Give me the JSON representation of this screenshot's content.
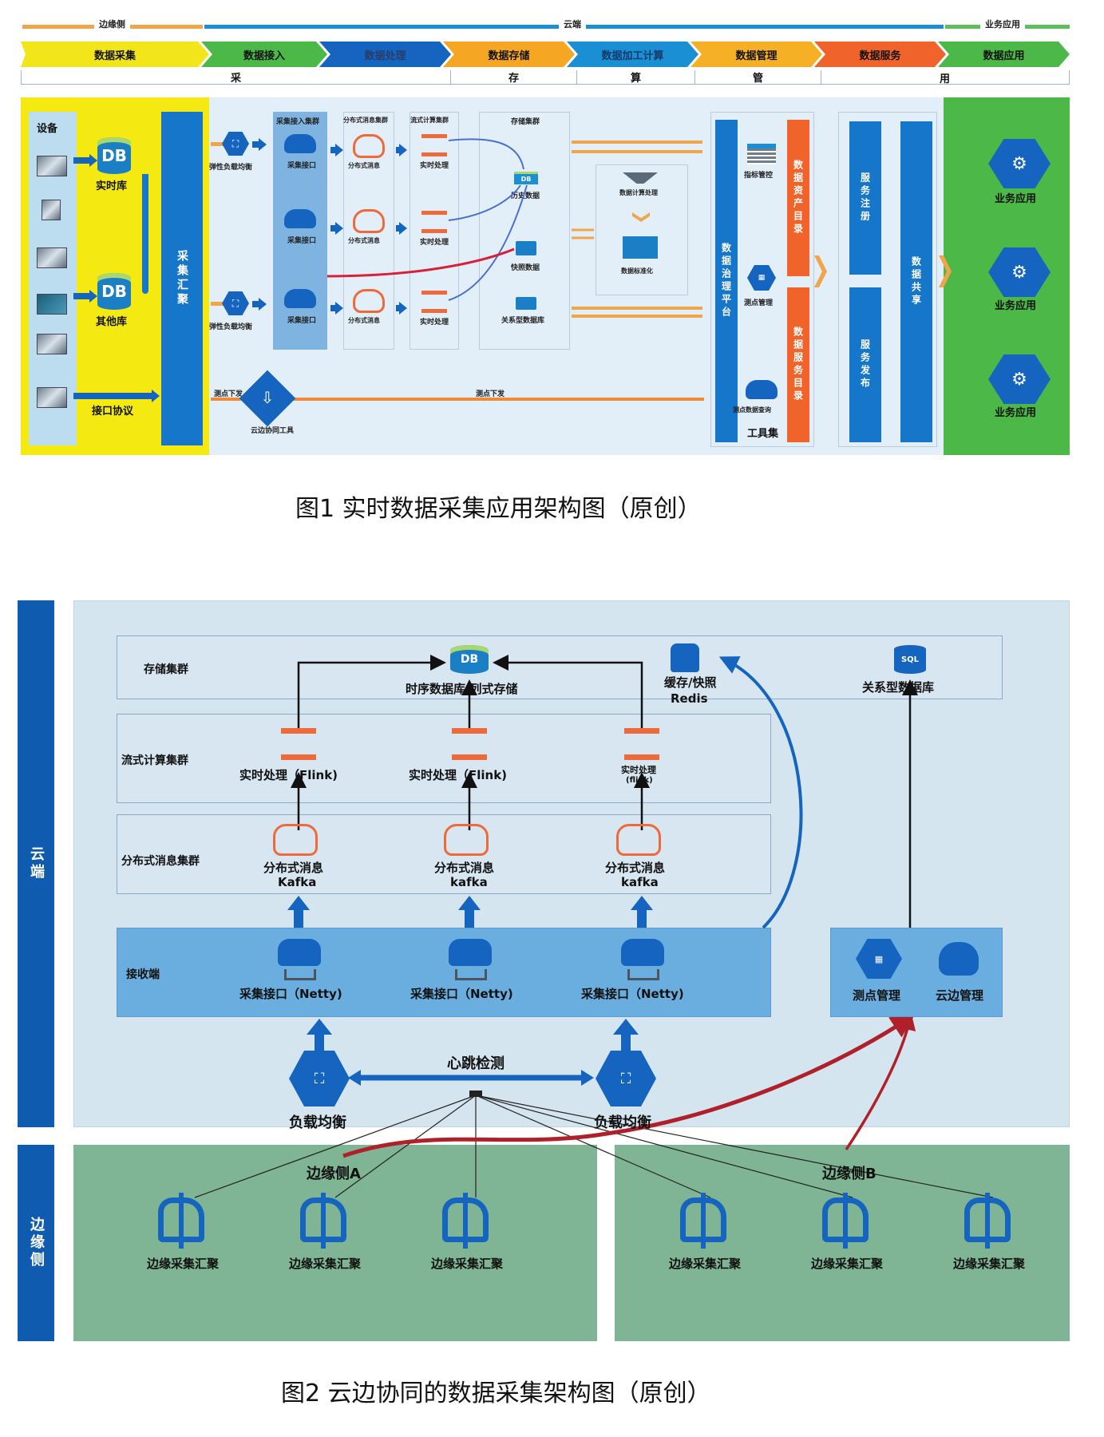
{
  "figure1": {
    "zones": [
      {
        "label": "边缘侧",
        "color": "#f0a54a"
      },
      {
        "label": "云端",
        "color": "#1a8fd4"
      },
      {
        "label": "业务应用",
        "color": "#5cc05a"
      }
    ],
    "stages": [
      {
        "label": "数据采集",
        "color": "#f2e51a"
      },
      {
        "label": "数据接入",
        "color": "#4cb848"
      },
      {
        "label": "数据处理",
        "color": "#1565c0"
      },
      {
        "label": "数据存储",
        "color": "#f5a623"
      },
      {
        "label": "数据加工计算",
        "color": "#1a8fd4"
      },
      {
        "label": "数据管理",
        "color": "#f5b025"
      },
      {
        "label": "数据服务",
        "color": "#f0642c"
      },
      {
        "label": "数据应用",
        "color": "#4cb848"
      }
    ],
    "phases": [
      "采",
      "存",
      "算",
      "管",
      "用"
    ],
    "devices_label": "设备",
    "realtime_db": {
      "icon": "database-icon",
      "text": "DB",
      "label": "实时库"
    },
    "other_db": {
      "icon": "database-icon",
      "text": "DB",
      "label": "其他库"
    },
    "interface_protocol": "接口协议",
    "collect_aggregate": "采集汇聚",
    "load_balancers": [
      "弹性负载均衡",
      "弹性负载均衡"
    ],
    "clusters": {
      "access": "采集接入集群",
      "mq": "分布式消息集群",
      "stream": "流式计算集群",
      "storage": "存储集群"
    },
    "collect_interface": "采集接口",
    "distributed_message": "分布式消息",
    "realtime_processing": "实时处理",
    "storage_items": [
      "历史数据",
      "快照数据",
      "关系型数据库"
    ],
    "db_small_text": "DB",
    "compute": {
      "item1": "数据计算处理",
      "item2": "数据标准化"
    },
    "governance_platform": "数据治理平台",
    "mgmt_items": [
      "指标管控",
      "测点管理",
      "测点数据查询"
    ],
    "toolset": "工具集",
    "catalogs": [
      "数据资产目录",
      "数据服务目录"
    ],
    "service_register": "服务注册",
    "service_publish": "服务发布",
    "data_sharing": "数据共享",
    "apps": [
      "业务应用",
      "业务应用",
      "业务应用"
    ],
    "point_delivery": "测点下发",
    "cloud_edge_tool": "云边协同工具",
    "caption": "图1  实时数据采集应用架构图（原创）"
  },
  "figure2": {
    "side_cloud": "云端",
    "side_edge": "边缘侧",
    "layers": {
      "storage": "存储集群",
      "stream": "流式计算集群",
      "mq": "分布式消息集群",
      "receiver": "接收端"
    },
    "storage_nodes": {
      "tsdb": {
        "icon_text": "DB",
        "label": "时序数据库/列式存储"
      },
      "redis": {
        "label_line1": "缓存/快照",
        "label_line2": "Redis"
      },
      "sql": {
        "icon_text": "SQL",
        "label": "关系型数据库"
      }
    },
    "flink_nodes": [
      {
        "label": "实时处理（Flink)"
      },
      {
        "label": "实时处理（Flink)"
      },
      {
        "label_line1": "实时处理",
        "label_line2": "(flink)"
      }
    ],
    "kafka_nodes": [
      {
        "line1": "分布式消息",
        "line2": "Kafka"
      },
      {
        "line1": "分布式消息",
        "line2": "kafka"
      },
      {
        "line1": "分布式消息",
        "line2": "kafka"
      }
    ],
    "receiver_nodes": [
      "采集接口（Netty)",
      "采集接口（Netty)",
      "采集接口（Netty)"
    ],
    "mgmt": {
      "point_mgmt": "测点管理",
      "cloud_edge_mgmt": "云边管理",
      "point_icon_text": "10\n01"
    },
    "heartbeat": "心跳检测",
    "load_balancers": [
      "负载均衡",
      "负载均衡"
    ],
    "edge_a": "边缘侧A",
    "edge_b": "边缘侧B",
    "edge_nodes_a": [
      "边缘采集汇聚",
      "边缘采集汇聚",
      "边缘采集汇聚"
    ],
    "edge_nodes_b": [
      "边缘采集汇聚",
      "边缘采集汇聚",
      "边缘采集汇聚"
    ],
    "caption": "图2  云边协同的数据采集架构图（原创）"
  }
}
